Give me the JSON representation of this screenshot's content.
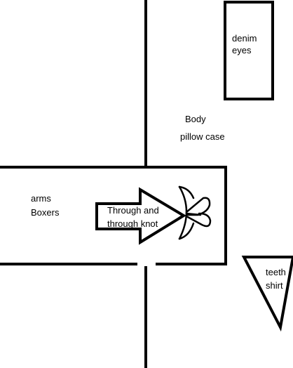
{
  "colors": {
    "background": "#ffffff",
    "stroke": "#000000"
  },
  "labels": {
    "denim_box": [
      "denim",
      "eyes"
    ],
    "body": "Body",
    "pillow_case": "pillow case",
    "arms_box": [
      "arms",
      "Boxers"
    ],
    "arrow": [
      "Through and",
      "through knot"
    ],
    "triangle": [
      "teeth",
      "shirt"
    ]
  },
  "icons": {
    "knot": "scissors-knot-icon"
  }
}
